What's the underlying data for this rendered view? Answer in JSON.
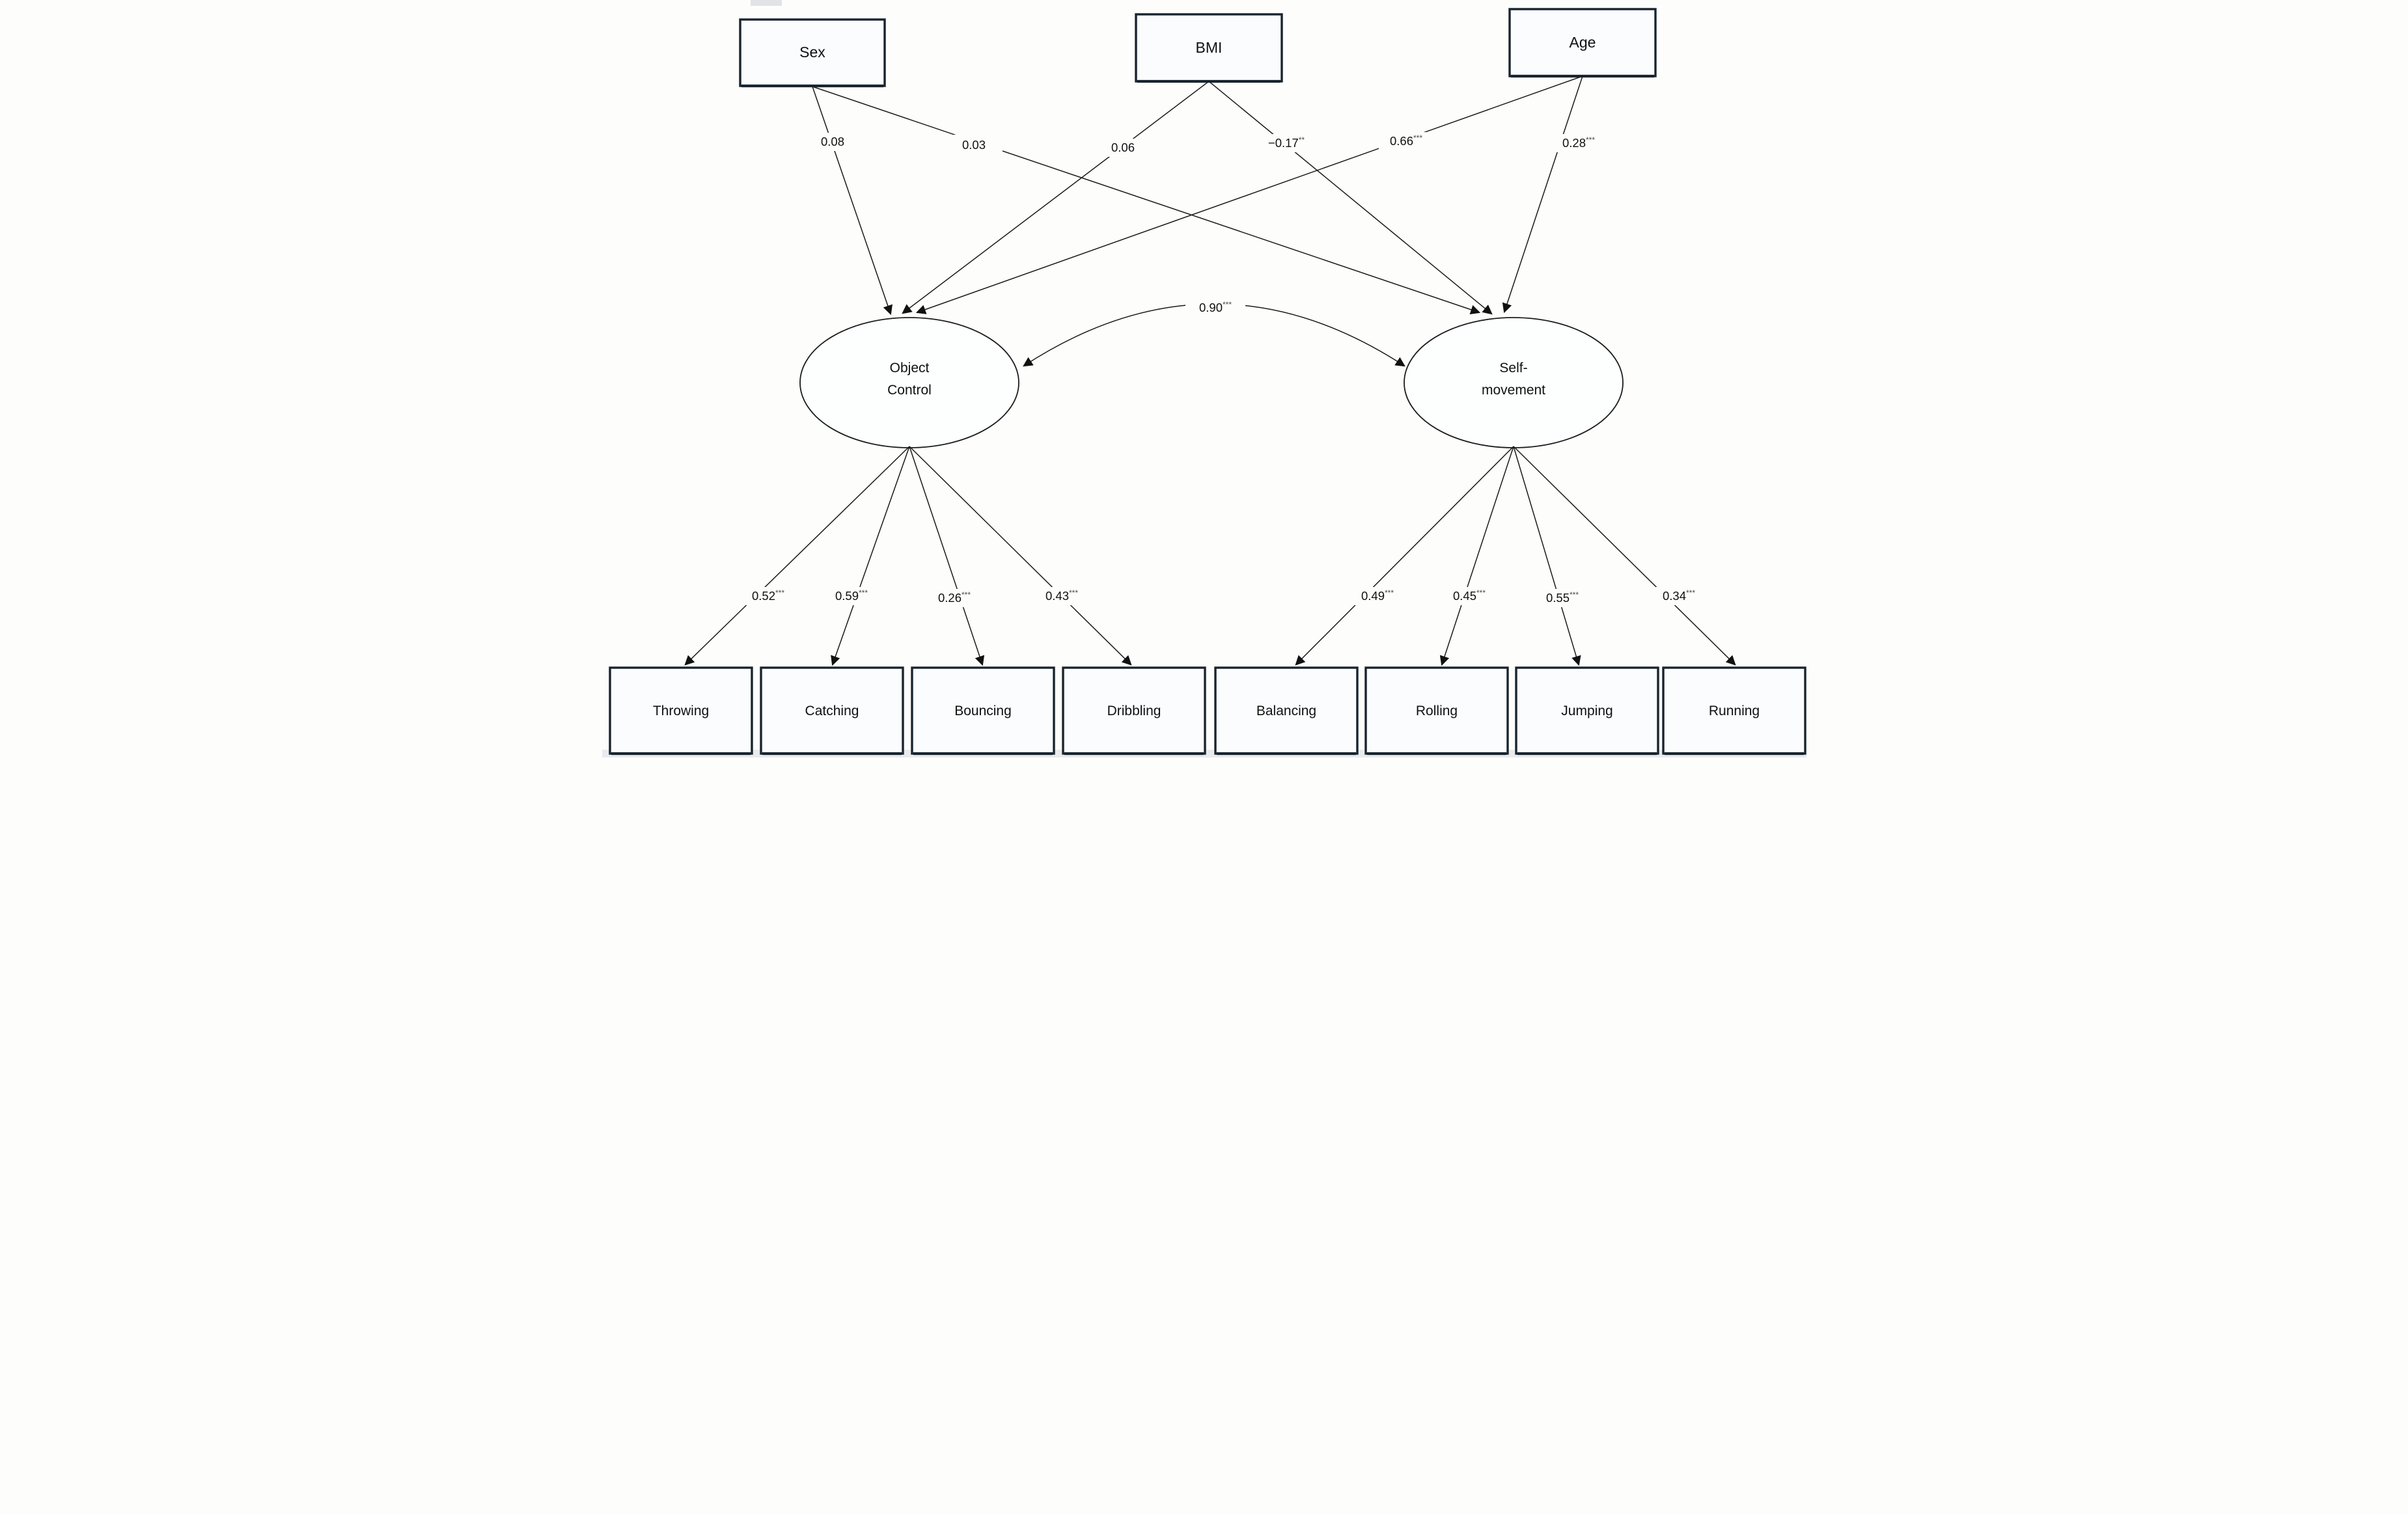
{
  "figure_type": "structural-equation-model-path-diagram",
  "colors": {
    "background": "#fdfdfc",
    "node_border": "#18242e",
    "node_fill": "#fafcfd",
    "line": "#1a1a1a",
    "text": "#101010"
  },
  "model": {
    "exogenous": [
      {
        "id": "sex",
        "label": "Sex"
      },
      {
        "id": "bmi",
        "label": "BMI"
      },
      {
        "id": "age",
        "label": "Age"
      }
    ],
    "latent": [
      {
        "id": "object-control",
        "line1": "Object",
        "line2": "Control"
      },
      {
        "id": "self-movement",
        "line1": "Self-",
        "line2": "movement"
      }
    ],
    "indicators": [
      "Throwing",
      "Catching",
      "Bouncing",
      "Dribbling",
      "Balancing",
      "Rolling",
      "Jumping",
      "Running"
    ],
    "paths": [
      {
        "from": "Sex",
        "to": "Object Control",
        "value": "0.08",
        "stars": ""
      },
      {
        "from": "Sex",
        "to": "Self-movement",
        "value": "0.03",
        "stars": ""
      },
      {
        "from": "BMI",
        "to": "Object Control",
        "value": "0.06",
        "stars": ""
      },
      {
        "from": "BMI",
        "to": "Self-movement",
        "value": "−0.17",
        "stars": "**"
      },
      {
        "from": "Age",
        "to": "Object Control",
        "value": "0.66",
        "stars": "***"
      },
      {
        "from": "Age",
        "to": "Self-movement",
        "value": "0.28",
        "stars": "***"
      },
      {
        "from": "Object Control",
        "to": "Self-movement",
        "value": "0.90",
        "stars": "***",
        "type": "covariance"
      },
      {
        "from": "Object Control",
        "to": "Throwing",
        "value": "0.52",
        "stars": "***"
      },
      {
        "from": "Object Control",
        "to": "Catching",
        "value": "0.59",
        "stars": "***"
      },
      {
        "from": "Object Control",
        "to": "Bouncing",
        "value": "0.26",
        "stars": "***"
      },
      {
        "from": "Object Control",
        "to": "Dribbling",
        "value": "0.43",
        "stars": "***"
      },
      {
        "from": "Self-movement",
        "to": "Balancing",
        "value": "0.49",
        "stars": "***"
      },
      {
        "from": "Self-movement",
        "to": "Rolling",
        "value": "0.45",
        "stars": "***"
      },
      {
        "from": "Self-movement",
        "to": "Jumping",
        "value": "0.55",
        "stars": "***"
      },
      {
        "from": "Self-movement",
        "to": "Running",
        "value": "0.34",
        "stars": "***"
      }
    ]
  }
}
